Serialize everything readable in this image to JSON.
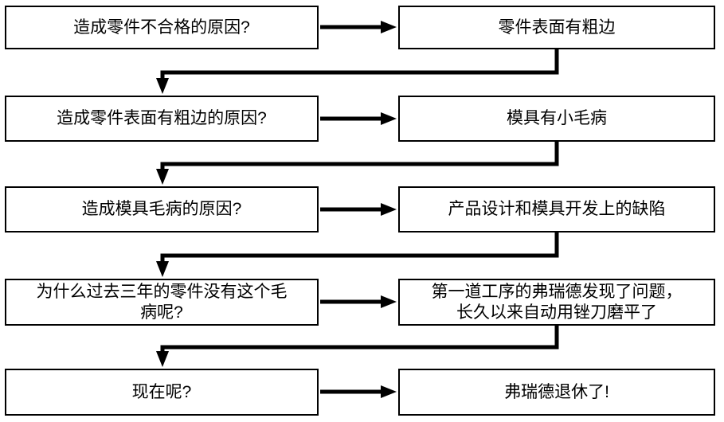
{
  "diagram_type": "five-whys-flowchart",
  "colors": {
    "line": "#000000",
    "box_border": "#000000",
    "box_fill": "#ffffff",
    "background": "#ffffff"
  },
  "rows": [
    {
      "question": "造成零件不合格的原因?",
      "answer": "零件表面有粗边"
    },
    {
      "question": "造成零件表面有粗边的原因?",
      "answer": "模具有小毛病"
    },
    {
      "question": "造成模具毛病的原因?",
      "answer": "产品设计和模具开发上的缺陷"
    },
    {
      "question": "为什么过去三年的零件没有这个毛\n病呢?",
      "answer": "第一道工序的弗瑞德发现了问题，\n长久以来自动用锉刀磨平了"
    },
    {
      "question": "现在呢?",
      "answer": "弗瑞德退休了!"
    }
  ]
}
